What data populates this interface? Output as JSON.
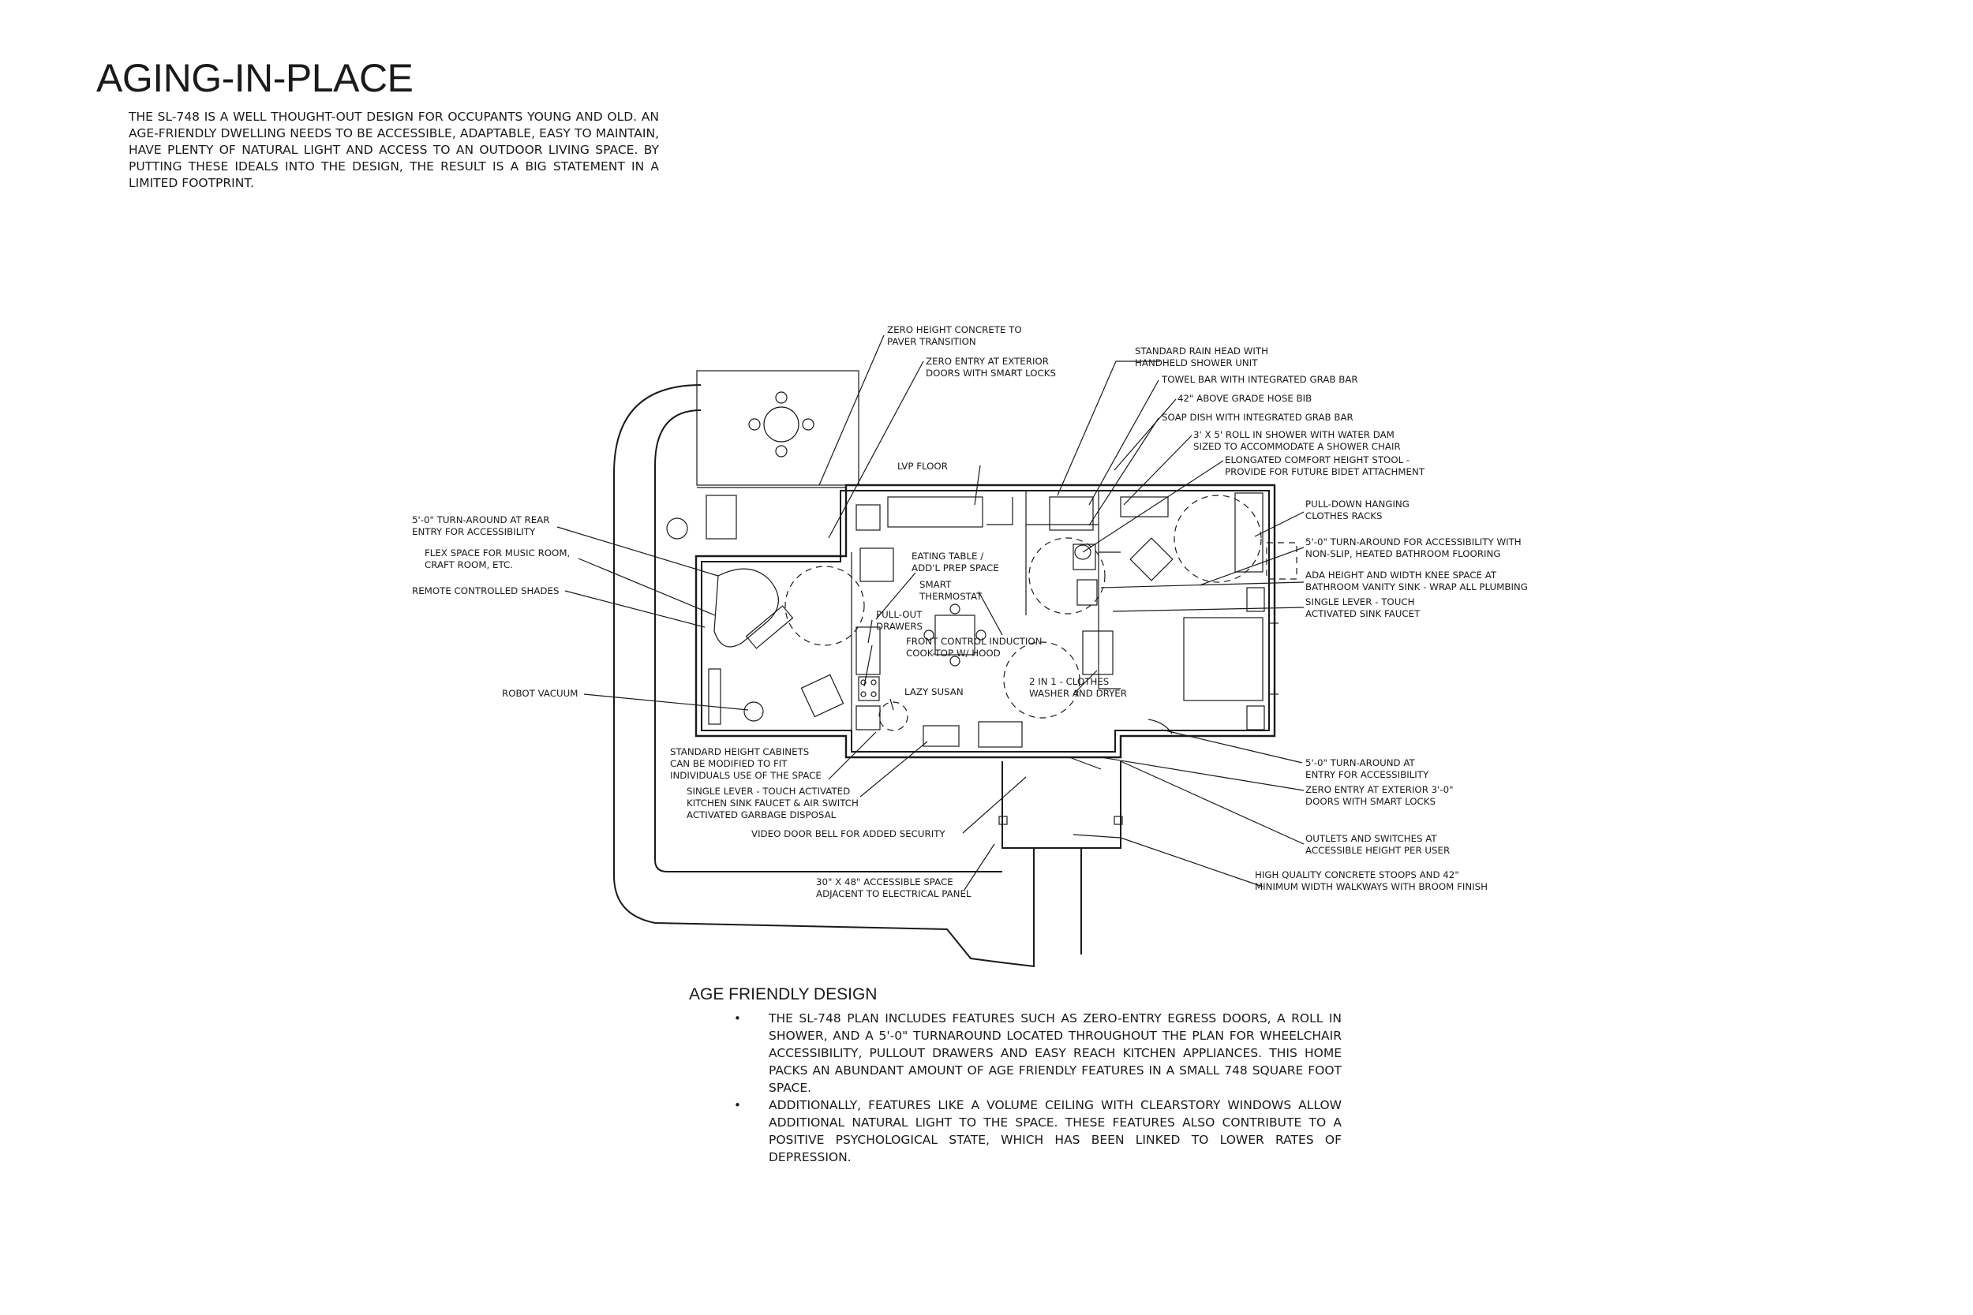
{
  "header": {
    "title": "AGING-IN-PLACE",
    "intro": "THE SL-748 IS A WELL THOUGHT-OUT DESIGN FOR OCCUPANTS YOUNG AND OLD. AN AGE-FRIENDLY DWELLING NEEDS TO BE ACCESSIBLE, ADAPTABLE, EASY TO MAINTAIN, HAVE PLENTY OF NATURAL LIGHT AND ACCESS TO AN OUTDOOR LIVING SPACE. BY PUTTING THESE IDEALS INTO THE DESIGN, THE RESULT IS A BIG STATEMENT IN A LIMITED FOOTPRINT."
  },
  "callouts": {
    "paver_transition": "ZERO HEIGHT CONCRETE TO\nPAVER TRANSITION",
    "rear_smart_locks": "ZERO ENTRY AT EXTERIOR\nDOORS WITH SMART LOCKS",
    "rain_head": "STANDARD RAIN HEAD WITH\nHANDHELD SHOWER UNIT",
    "towel_bar": "TOWEL BAR WITH INTEGRATED GRAB BAR",
    "hose_bib": "42\" ABOVE GRADE HOSE BIB",
    "soap_dish": "SOAP DISH WITH INTEGRATED GRAB BAR",
    "roll_in_shower": "3' x 5' ROLL IN SHOWER WITH WATER DAM\nSIZED TO ACCOMMODATE A SHOWER CHAIR",
    "comfort_stool": "ELONGATED COMFORT HEIGHT STOOL -\nPROVIDE FOR FUTURE BIDET ATTACHMENT",
    "lvp_floor": "LVP FLOOR",
    "clothes_racks": "PULL-DOWN HANGING\nCLOTHES RACKS",
    "rear_turnaround": "5'-0\" TURN-AROUND AT REAR\nENTRY FOR ACCESSIBILITY",
    "flex_space": "FLEX SPACE FOR MUSIC ROOM,\nCRAFT ROOM, ETC.",
    "remote_shades": "REMOTE CONTROLLED SHADES",
    "eating_table": "EATING TABLE /\nADD'L PREP SPACE",
    "thermostat": "SMART\nTHERMOSTAT",
    "bath_turnaround": "5'-0\" TURN-AROUND FOR ACCESSIBILITY WITH\nNON-SLIP, HEATED BATHROOM FLOORING",
    "vanity_sink": "ADA HEIGHT AND WIDTH KNEE SPACE AT\nBATHROOM VANITY SINK - WRAP ALL PLUMBING",
    "bath_faucet": "SINGLE LEVER - TOUCH\nACTIVATED SINK FAUCET",
    "pullout_drawers": "PULL-OUT\nDRAWERS",
    "cooktop": "FRONT CONTROL INDUCTION\nCOOK-TOP W/ HOOD",
    "robot_vacuum": "ROBOT VACUUM",
    "lazy_susan": "LAZY SUSAN",
    "washer_dryer": "2 IN 1 - CLOTHES\nWASHER AND DRYER",
    "cabinets": "STANDARD HEIGHT CABINETS\nCAN BE MODIFIED TO FIT\nINDIVIDUALS USE OF THE SPACE",
    "front_turnaround": "5'-0\" TURN-AROUND AT\nENTRY FOR ACCESSIBILITY",
    "front_smart_locks": "ZERO ENTRY AT EXTERIOR 3'-0\"\nDOORS WITH SMART LOCKS",
    "kitchen_faucet": "SINGLE LEVER - TOUCH ACTIVATED\nKITCHEN SINK FAUCET & AIR SWITCH\nACTIVATED GARBAGE DISPOSAL",
    "door_bell": "VIDEO DOOR BELL FOR ADDED SECURITY",
    "outlets": "OUTLETS AND SWITCHES AT\nACCESSIBLE HEIGHT PER USER",
    "stoops": "HIGH QUALITY CONCRETE STOOPS AND 42\"\nMINIMUM WIDTH WALKWAYS WITH BROOM FINISH",
    "panel_space": "30\" x 48\" ACCESSIBLE SPACE\nADJACENT TO ELECTRICAL PANEL"
  },
  "design": {
    "title": "AGE FRIENDLY DESIGN",
    "bullet_char": "•",
    "bullets": [
      "THE SL-748 PLAN INCLUDES FEATURES SUCH AS ZERO-ENTRY EGRESS DOORS, A ROLL IN SHOWER, AND A 5'-0\" TURNAROUND LOCATED THROUGHOUT THE PLAN FOR WHEELCHAIR ACCESSIBILITY, PULLOUT DRAWERS AND EASY REACH KITCHEN APPLIANCES. THIS HOME PACKS AN ABUNDANT AMOUNT OF AGE FRIENDLY FEATURES IN A SMALL 748 SQUARE FOOT SPACE.",
      "ADDITIONALLY, FEATURES LIKE A VOLUME CEILING WITH CLEARSTORY WINDOWS ALLOW ADDITIONAL NATURAL LIGHT TO THE SPACE. THESE FEATURES ALSO CONTRIBUTE TO A POSITIVE PSYCHOLOGICAL STATE, WHICH HAS BEEN LINKED TO LOWER RATES OF DEPRESSION."
    ]
  }
}
